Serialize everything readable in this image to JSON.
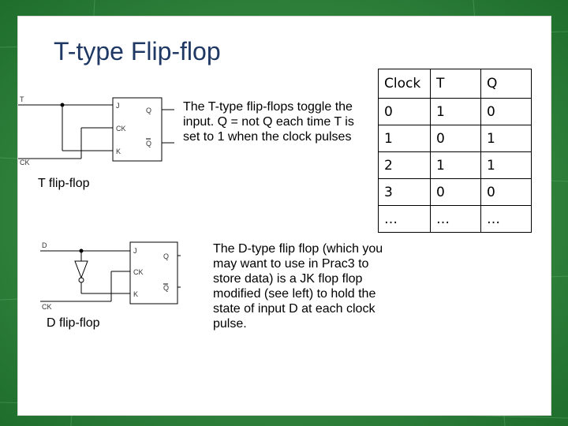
{
  "slide": {
    "title": "T-type Flip-flop",
    "t_description": "The T-type flip-flops toggle the input.  Q = not Q each time T is set to 1 when the clock pulses",
    "d_description": "The D-type flip flop (which you may want to use in Prac3 to store data)  is a JK flop flop modified (see left) to hold the state of input D at each clock pulse.",
    "t_caption": "T flip-flop",
    "d_caption": "D flip-flop"
  },
  "t_diagram": {
    "labels": {
      "j": "J",
      "ck": "CK",
      "k": "K",
      "q": "Q",
      "qbar": "Q",
      "clock": "CK",
      "t": "T"
    }
  },
  "d_diagram": {
    "labels": {
      "d": "D",
      "j": "J",
      "ck": "CK",
      "k": "K",
      "q": "Q",
      "qbar": "Q",
      "clock": "CK"
    }
  },
  "truth_table": {
    "headers": [
      "Clock",
      "T",
      "Q"
    ],
    "rows": [
      [
        "0",
        "1",
        "0"
      ],
      [
        "1",
        "0",
        "1"
      ],
      [
        "2",
        "1",
        "1"
      ],
      [
        "3",
        "0",
        "0"
      ],
      [
        "…",
        "…",
        "…"
      ]
    ]
  }
}
